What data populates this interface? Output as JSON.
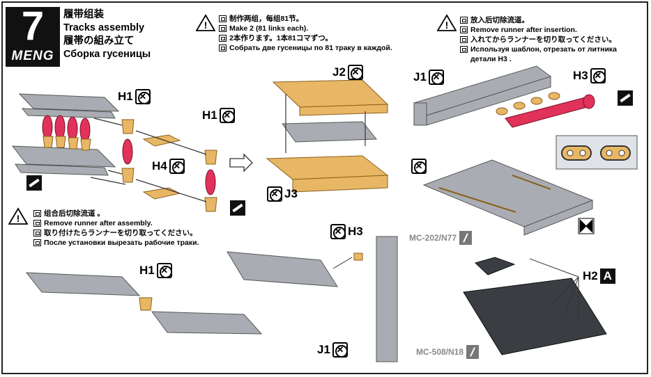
{
  "step": {
    "number": "7",
    "brand": "MENG"
  },
  "title": {
    "zh": "履带组装",
    "en": "Tracks assembly",
    "ja": "履帯の組み立て",
    "ru": "Сборка гусеницы"
  },
  "note_make": {
    "zh": "制作两组，每组81节。",
    "en": "Make 2 (81 links each).",
    "ja": "2本作ります。1本81コマずつ。",
    "ru": "Собрать две гусеницы по 81 траку в каждой."
  },
  "note_insert": {
    "zh": "放入后切除流道。",
    "en": "Remove runner after insertion.",
    "ja": "入れてからランナーを切り取ってください。",
    "ru": "Используя шаблон, отрезать от литника детали H3 ."
  },
  "note_assembly": {
    "zh": "组合后切除流道 。",
    "en": "Remove runner after assembly.",
    "ja": "取り付けたらランナーを切り取ってください。",
    "ru": "После установки вырезать рабочие траки."
  },
  "parts": {
    "h1": "H1",
    "h1b": "H1",
    "h1c": "H1",
    "h4": "H4",
    "j2": "J2",
    "j3": "J3",
    "j1": "J1",
    "j1b": "J1",
    "h3": "H3",
    "h3b": "H3",
    "h2": "H2",
    "h2_code": "A"
  },
  "paints": {
    "top": "MC-202/N77",
    "bottom": "MC-508/N18"
  },
  "colors": {
    "gray_part": "#a9adb3",
    "tan_part": "#e8b765",
    "red_part": "#e0325a",
    "dark_part": "#3a3d42"
  }
}
